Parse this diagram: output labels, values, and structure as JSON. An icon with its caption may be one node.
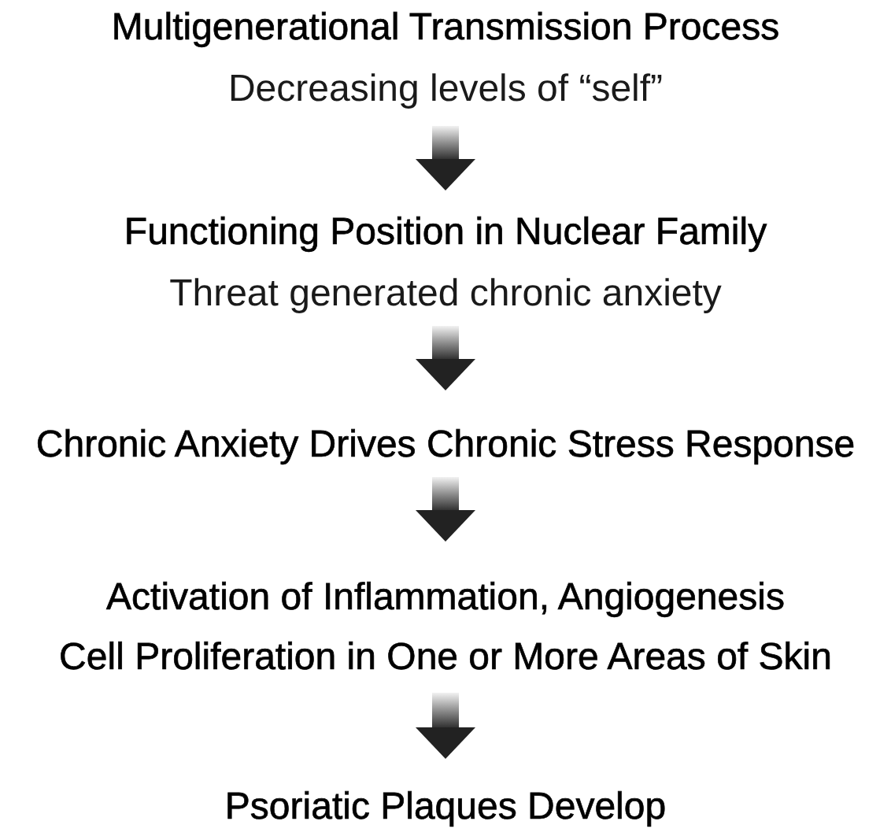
{
  "diagram": {
    "nodes": [
      {
        "text": [
          "Multigenerational Transmission Process",
          "Decreasing levels of “self”"
        ]
      },
      {
        "text": [
          "Functioning Position in Nuclear Family",
          "Threat generated chronic anxiety"
        ]
      },
      {
        "text": [
          "Chronic Anxiety Drives Chronic Stress Response"
        ]
      },
      {
        "text": [
          "Activation of Inflammation, Angiogenesis",
          "Cell Proliferation in One or More Areas of Skin"
        ]
      },
      {
        "text": [
          "Psoriatic Plaques Develop"
        ]
      }
    ],
    "edges": [
      {
        "from": 0,
        "to": 1,
        "arrow": "to"
      },
      {
        "from": 1,
        "to": 2,
        "arrow": "to"
      },
      {
        "from": 2,
        "to": 3,
        "arrow": "to"
      },
      {
        "from": 3,
        "to": 4,
        "arrow": "to"
      }
    ]
  }
}
